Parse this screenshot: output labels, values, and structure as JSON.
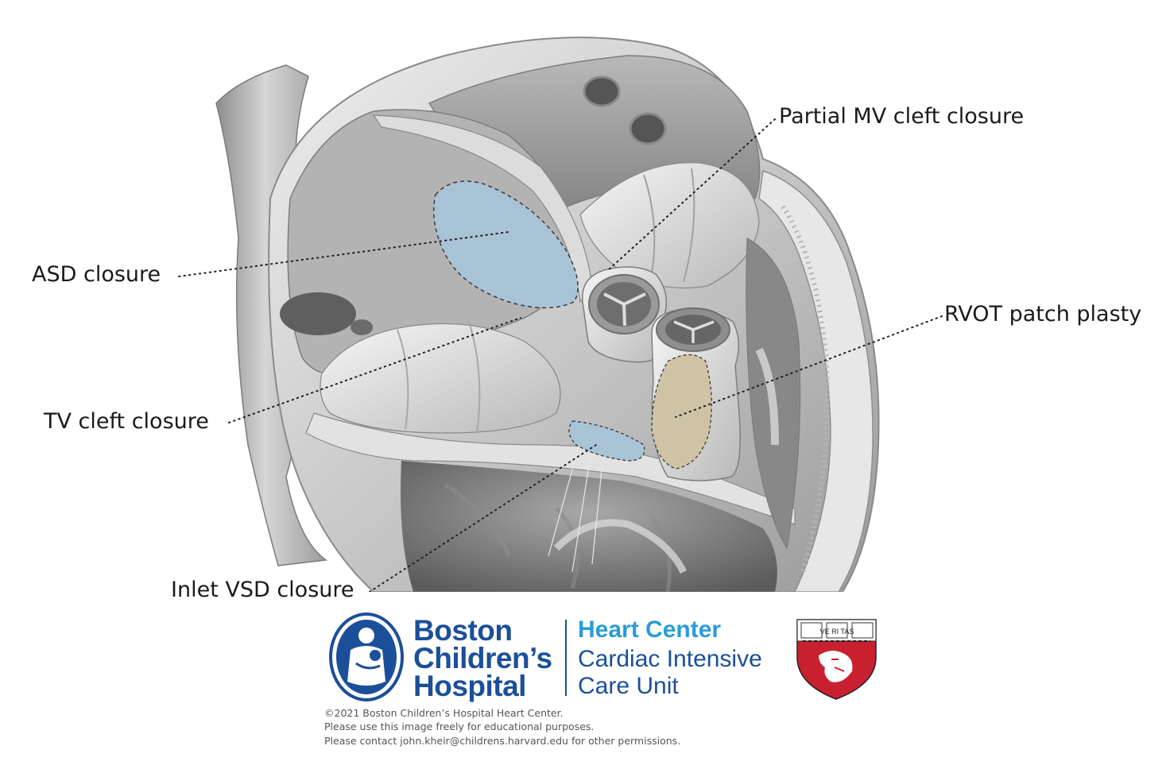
{
  "labels": {
    "partial_mv": "Partial MV cleft closure",
    "asd": "ASD closure",
    "rvot": "RVOT patch plasty",
    "tv": "TV cleft closure",
    "inlet_vsd": "Inlet VSD closure"
  },
  "logo": {
    "line1": "Boston",
    "line2": "Children’s",
    "line3": "Hospital",
    "dept": "Heart Center",
    "unit1": "Cardiac Intensive",
    "unit2": "Care Unit",
    "shield_text": "VE RI TAS"
  },
  "copyright": {
    "line1": "©2021 Boston Children’s Hospital Heart Center.",
    "line2": "Please use this image freely for educational purposes.",
    "line3": "Please contact john.kheir@childrens.harvard.edu for other permissions."
  },
  "colors": {
    "patch_blue": "#a9c3d6",
    "patch_tan": "#cfc3a6",
    "brand_blue": "#1b4f9a",
    "brand_light_blue": "#2b9bd6",
    "harvard_red": "#c8202f"
  }
}
